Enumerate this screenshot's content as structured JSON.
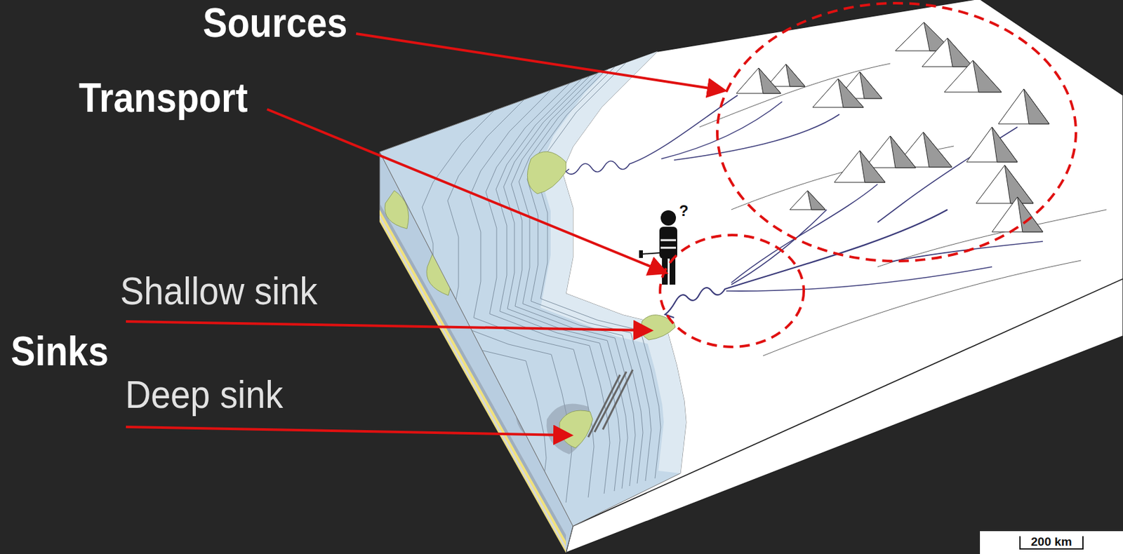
{
  "diagram": {
    "nodes": [
      {
        "text": [
          "200 km"
        ]
      }
    ],
    "labels": [
      "Sources",
      "Transport",
      "Shallow sink",
      "Sinks",
      "Deep sink",
      "?"
    ]
  }
}
